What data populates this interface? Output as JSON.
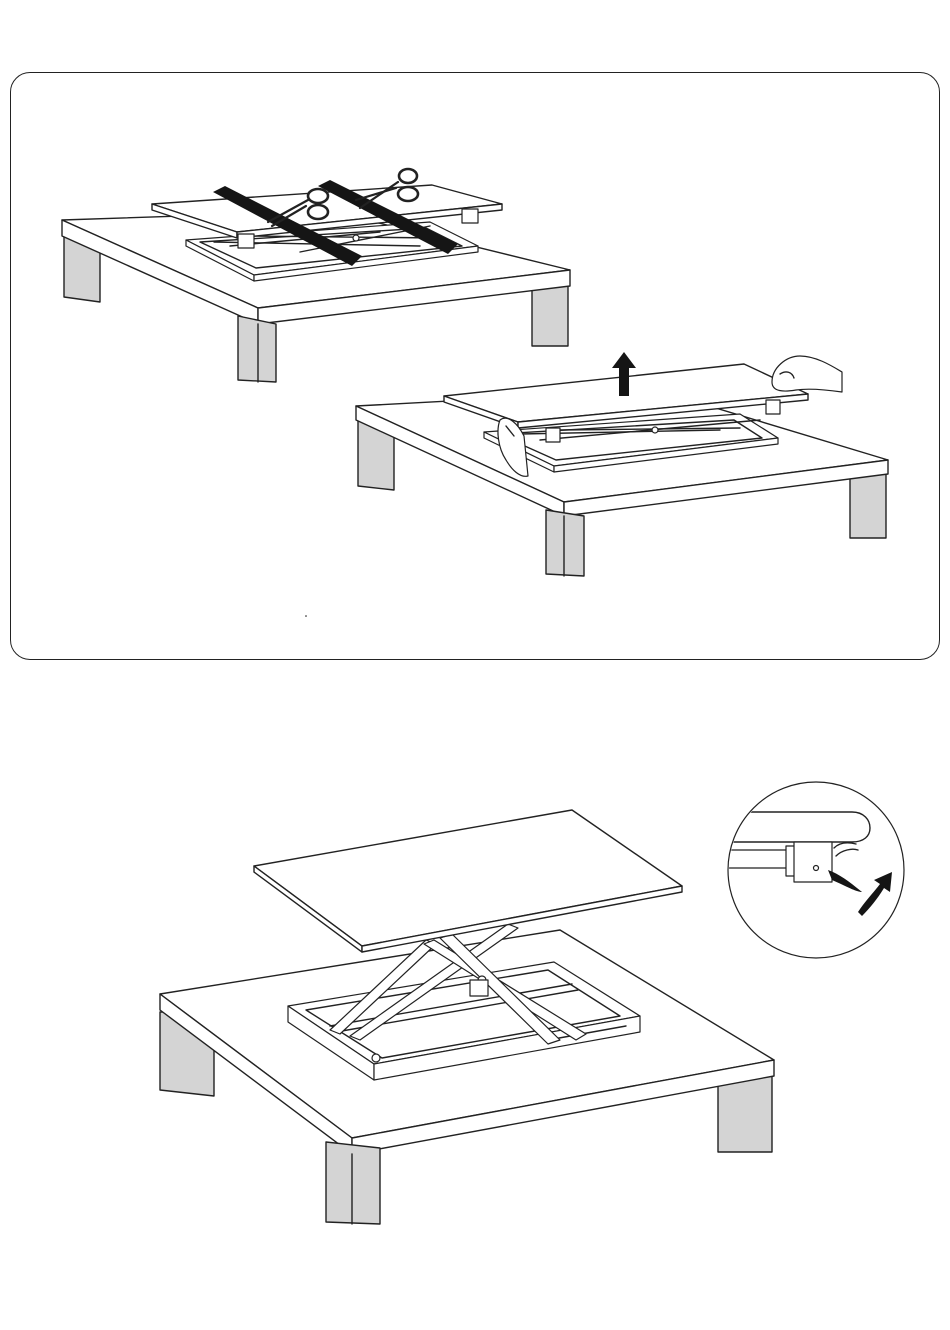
{
  "instruction_sheet": {
    "panels": [
      {
        "illustrations": [
          "cut-packing-straps",
          "lift-desktop-riser"
        ],
        "icons": [
          "scissors-icon",
          "up-arrow-icon",
          "hand-icon"
        ]
      },
      {
        "illustrations": [
          "riser-raised-on-table",
          "lever-detail-inset"
        ],
        "icons": [
          "curved-arrow-icon"
        ]
      }
    ]
  }
}
